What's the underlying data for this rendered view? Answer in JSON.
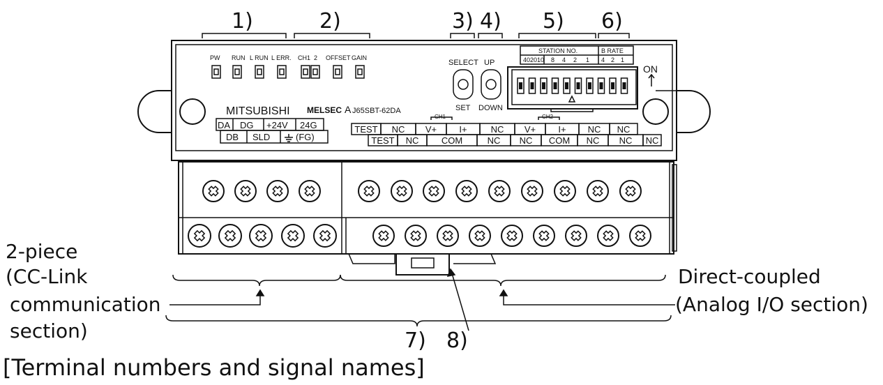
{
  "callouts": [
    "1)",
    "2)",
    "3)",
    "4)",
    "5)",
    "6)",
    "7)",
    "8)"
  ],
  "leds": {
    "status": [
      "PW",
      "RUN",
      "L RUN",
      "L ERR."
    ],
    "analog": [
      "CH1",
      "2",
      "OFFSET",
      "GAIN"
    ]
  },
  "buttons": {
    "select_top": "SELECT",
    "select_bottom": "SET",
    "up_top": "UP",
    "up_bottom": "DOWN"
  },
  "switch": {
    "station_header": "STATION  NO.",
    "station_values": [
      "40",
      "20",
      "10",
      "8",
      "4",
      "2",
      "1"
    ],
    "rate_header": "B  RATE",
    "rate_values": [
      "4",
      "2",
      "1"
    ],
    "on_label": "ON"
  },
  "brand": "MITSUBISHI",
  "series": "MELSEC",
  "model_prefix": "A",
  "model_suffix": "J65SBT-62DA",
  "terminals": {
    "cc_top": [
      "DA",
      "DG",
      "+24V",
      "24G"
    ],
    "cc_bottom": [
      "DB",
      "SLD",
      "(FG)"
    ],
    "ch1_label": "CH1",
    "ch2_label": "CH2",
    "analog_top": [
      "TEST",
      "NC",
      "V+",
      "I+",
      "NC",
      "V+",
      "I+",
      "NC",
      "NC"
    ],
    "analog_bottom": [
      "TEST",
      "NC",
      "COM",
      "NC",
      "NC",
      "COM",
      "NC",
      "NC",
      "NC"
    ]
  },
  "captions": {
    "left": [
      "2-piece",
      "(CC-Link",
      "communication",
      "section)"
    ],
    "right": [
      "Direct-coupled",
      "(Analog I/O section)"
    ],
    "bottom": "[Terminal numbers and signal names]"
  }
}
